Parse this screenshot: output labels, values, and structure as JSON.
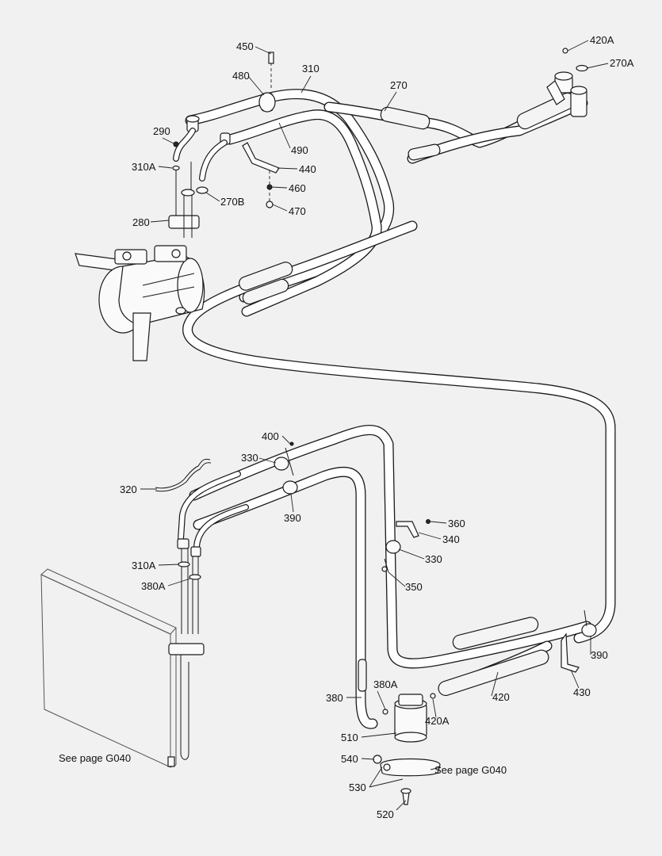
{
  "diagram": {
    "callouts": [
      {
        "id": "450",
        "label": "450"
      },
      {
        "id": "480",
        "label": "480"
      },
      {
        "id": "310",
        "label": "310"
      },
      {
        "id": "270",
        "label": "270"
      },
      {
        "id": "420A-top",
        "label": "420A"
      },
      {
        "id": "270A",
        "label": "270A"
      },
      {
        "id": "290",
        "label": "290"
      },
      {
        "id": "490",
        "label": "490"
      },
      {
        "id": "310A-top",
        "label": "310A"
      },
      {
        "id": "440",
        "label": "440"
      },
      {
        "id": "460",
        "label": "460"
      },
      {
        "id": "270B",
        "label": "270B"
      },
      {
        "id": "470",
        "label": "470"
      },
      {
        "id": "280",
        "label": "280"
      },
      {
        "id": "400",
        "label": "400"
      },
      {
        "id": "330-top",
        "label": "330"
      },
      {
        "id": "320",
        "label": "320"
      },
      {
        "id": "390-left",
        "label": "390"
      },
      {
        "id": "360",
        "label": "360"
      },
      {
        "id": "340",
        "label": "340"
      },
      {
        "id": "330-mid",
        "label": "330"
      },
      {
        "id": "310A-bottom",
        "label": "310A"
      },
      {
        "id": "350",
        "label": "350"
      },
      {
        "id": "380A-left",
        "label": "380A"
      },
      {
        "id": "390-right",
        "label": "390"
      },
      {
        "id": "380A-right",
        "label": "380A"
      },
      {
        "id": "380",
        "label": "380"
      },
      {
        "id": "420",
        "label": "420"
      },
      {
        "id": "430",
        "label": "430"
      },
      {
        "id": "420A-bottom",
        "label": "420A"
      },
      {
        "id": "510",
        "label": "510"
      },
      {
        "id": "540",
        "label": "540"
      },
      {
        "id": "530",
        "label": "530"
      },
      {
        "id": "520",
        "label": "520"
      }
    ],
    "notes": [
      {
        "id": "condenser",
        "text": "See page G040"
      },
      {
        "id": "drier",
        "text": "See page G040"
      }
    ]
  }
}
